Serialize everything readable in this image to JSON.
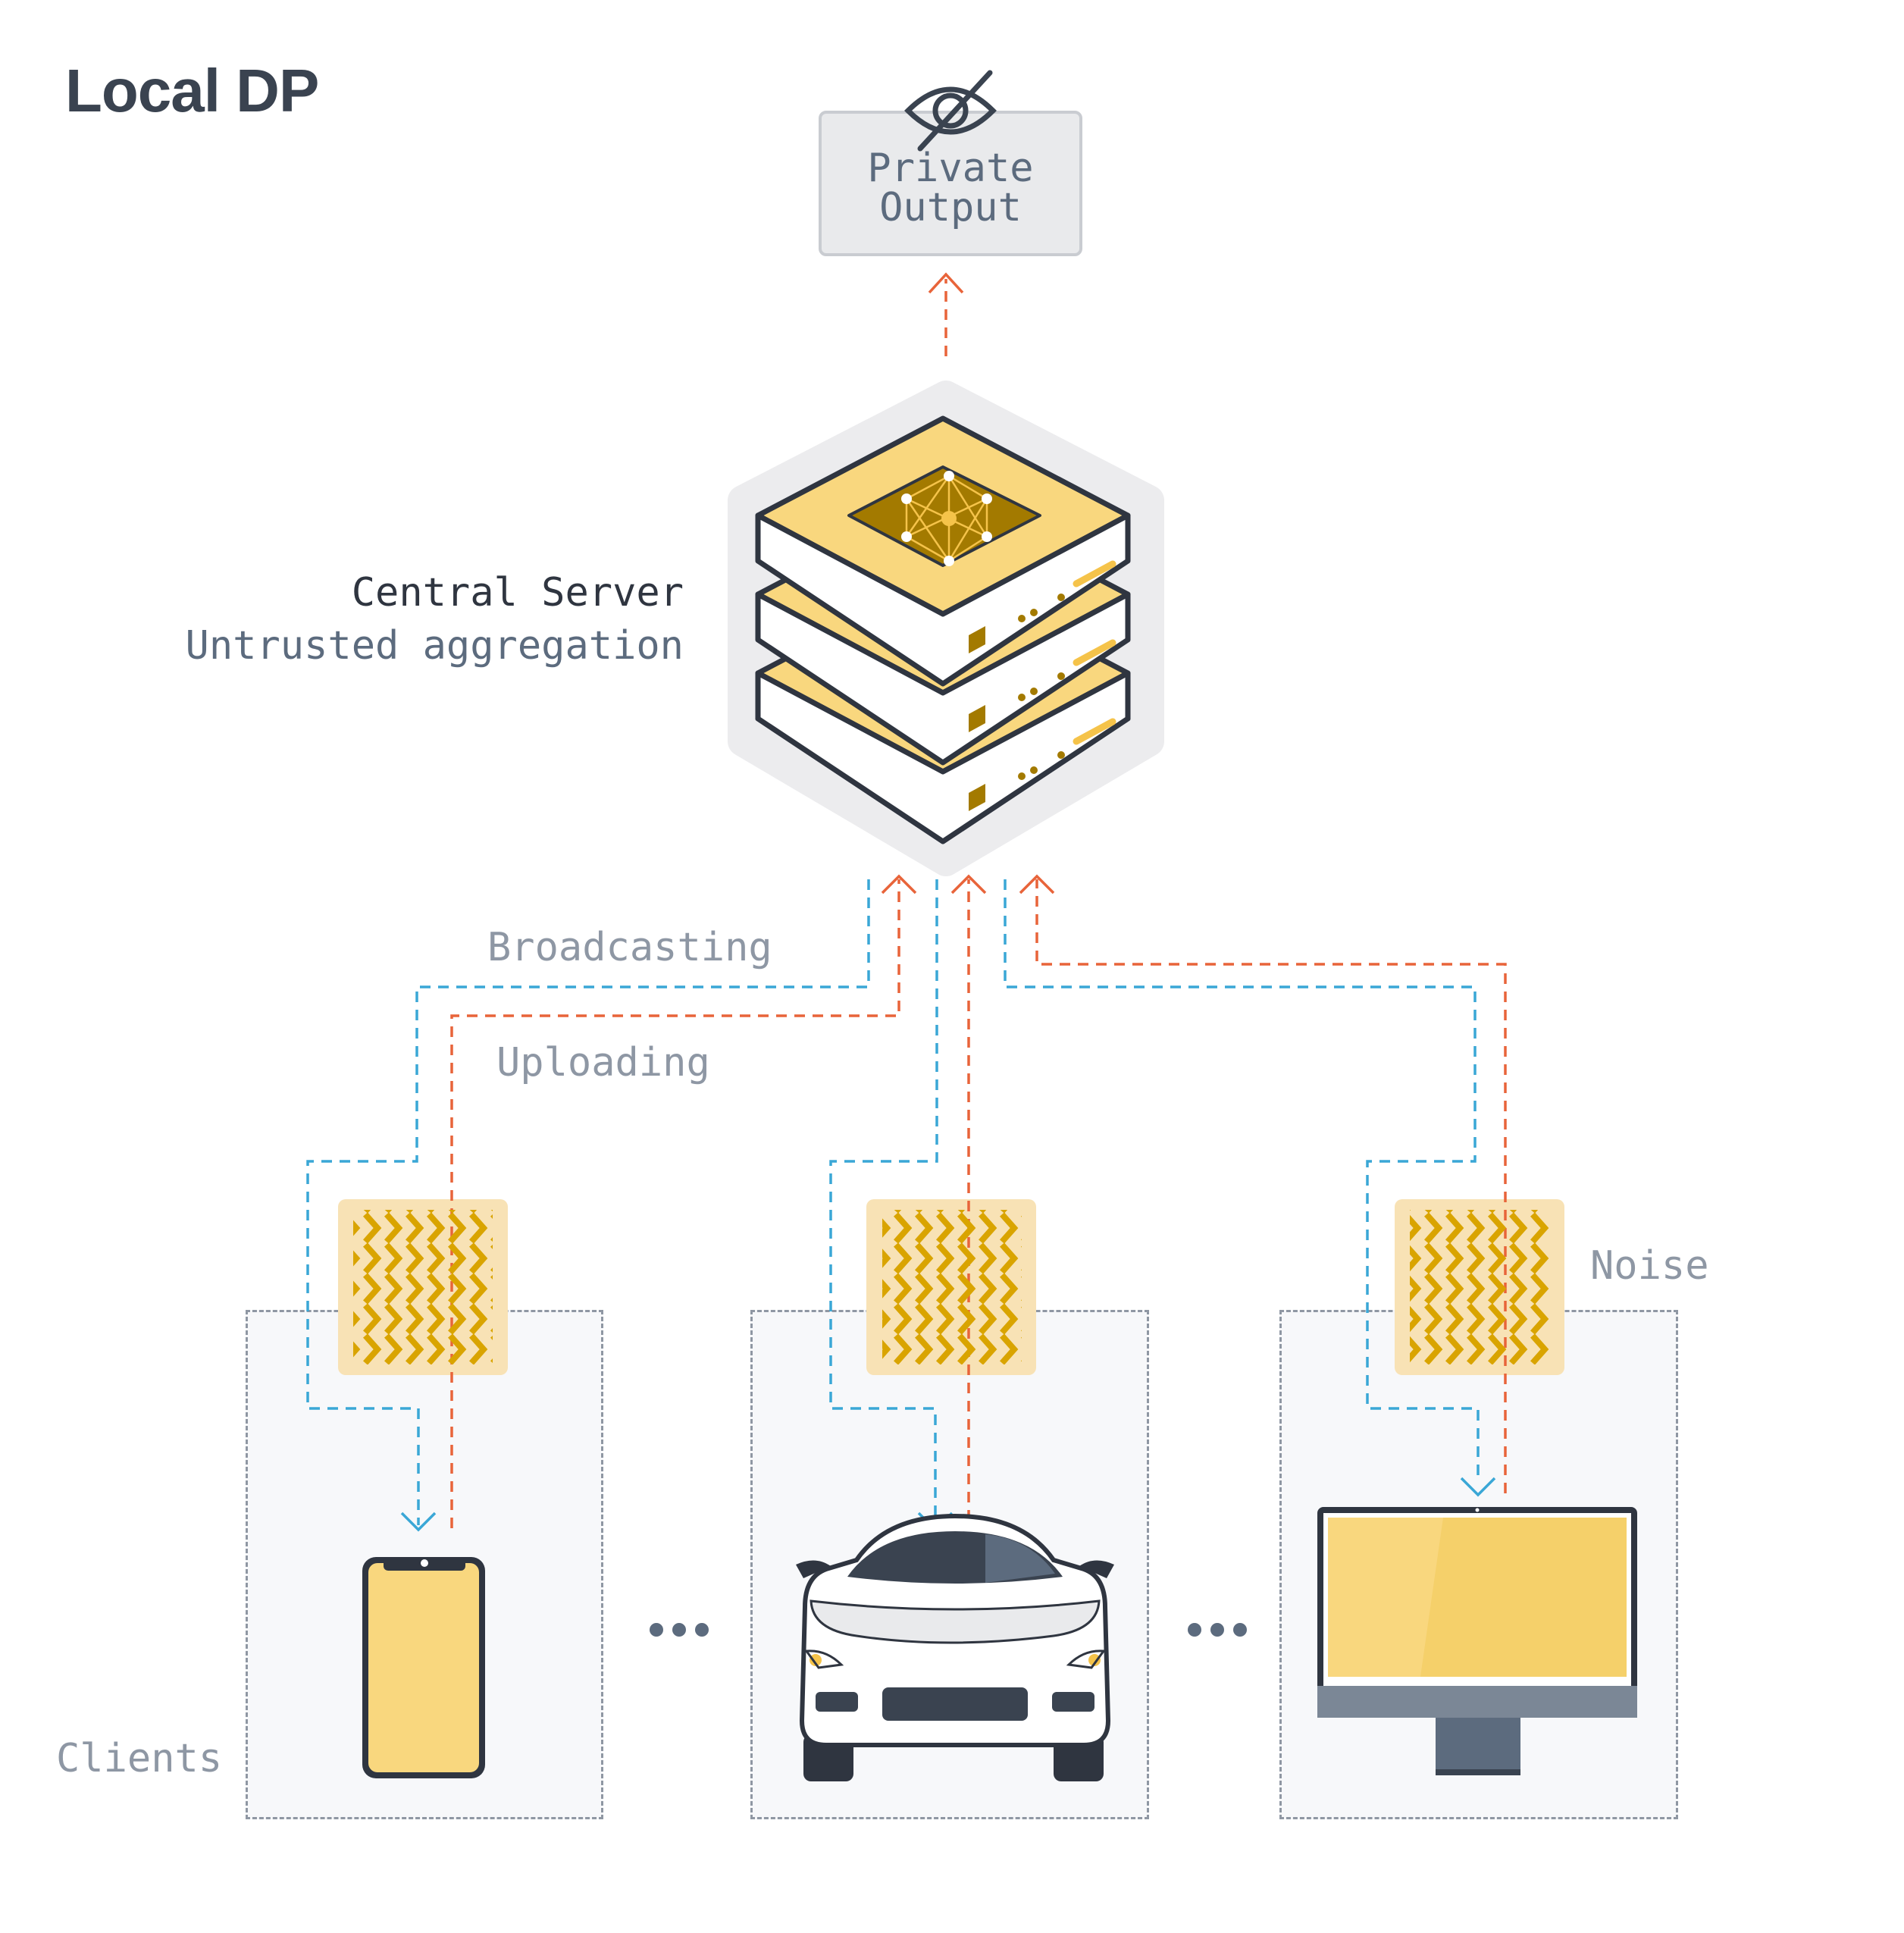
{
  "title": "Local DP",
  "output": {
    "line1": "Private",
    "line2": "Output",
    "icon": "eye-slash-icon"
  },
  "server": {
    "title": "Central Server",
    "subtitle": "Untrusted aggregation",
    "icon": "server-stack-icon"
  },
  "flows": {
    "broadcasting": "Broadcasting",
    "uploading": "Uploading"
  },
  "noise_label": "Noise",
  "clients_label": "Clients",
  "clients": [
    {
      "device": "smartphone",
      "icon": "smartphone-icon"
    },
    {
      "device": "car",
      "icon": "car-icon"
    },
    {
      "device": "desktop-monitor",
      "icon": "monitor-icon"
    }
  ],
  "colors": {
    "broadcast": "#3aa7d6",
    "upload": "#e8643a",
    "accent": "#f9d77e",
    "accent_dark": "#a37a00",
    "noise": "#d9a400",
    "text_dark": "#3a4350"
  }
}
